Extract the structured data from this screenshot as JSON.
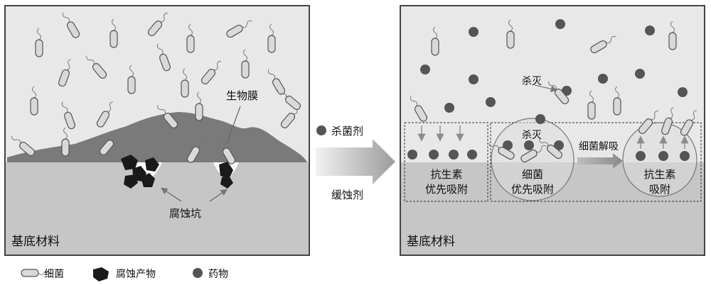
{
  "left_panel": {
    "biofilm_label": "生物膜",
    "pit_label": "腐蚀坑",
    "substrate_label": "基底材料"
  },
  "middle": {
    "bactericide_label": "杀菌剂",
    "inhibitor_label": "缓蚀剂"
  },
  "right_panel": {
    "kill_label_top": "杀灭",
    "box1_line1": "抗生素",
    "box1_line2": "优先吸附",
    "kill_label_circle": "杀灭",
    "circle1_line1": "细菌",
    "circle1_line2": "优先吸附",
    "desorb_label": "细菌解吸",
    "circle2_line1": "抗生素",
    "circle2_line2": "吸附",
    "substrate_label": "基底材料"
  },
  "legend": {
    "bacteria": "细菌",
    "corrosion_product": "腐蚀产物",
    "drug": "药物"
  },
  "colors": {
    "panel_bg": "#e8e8e8",
    "substrate": "#c6c6c6",
    "biofilm": "#7a7a7a",
    "drug_dot": "#555555",
    "bacteria_fill": "#d9d9d9",
    "corrosion": "#1a1a1a",
    "arrow": "#9a9a9a"
  }
}
